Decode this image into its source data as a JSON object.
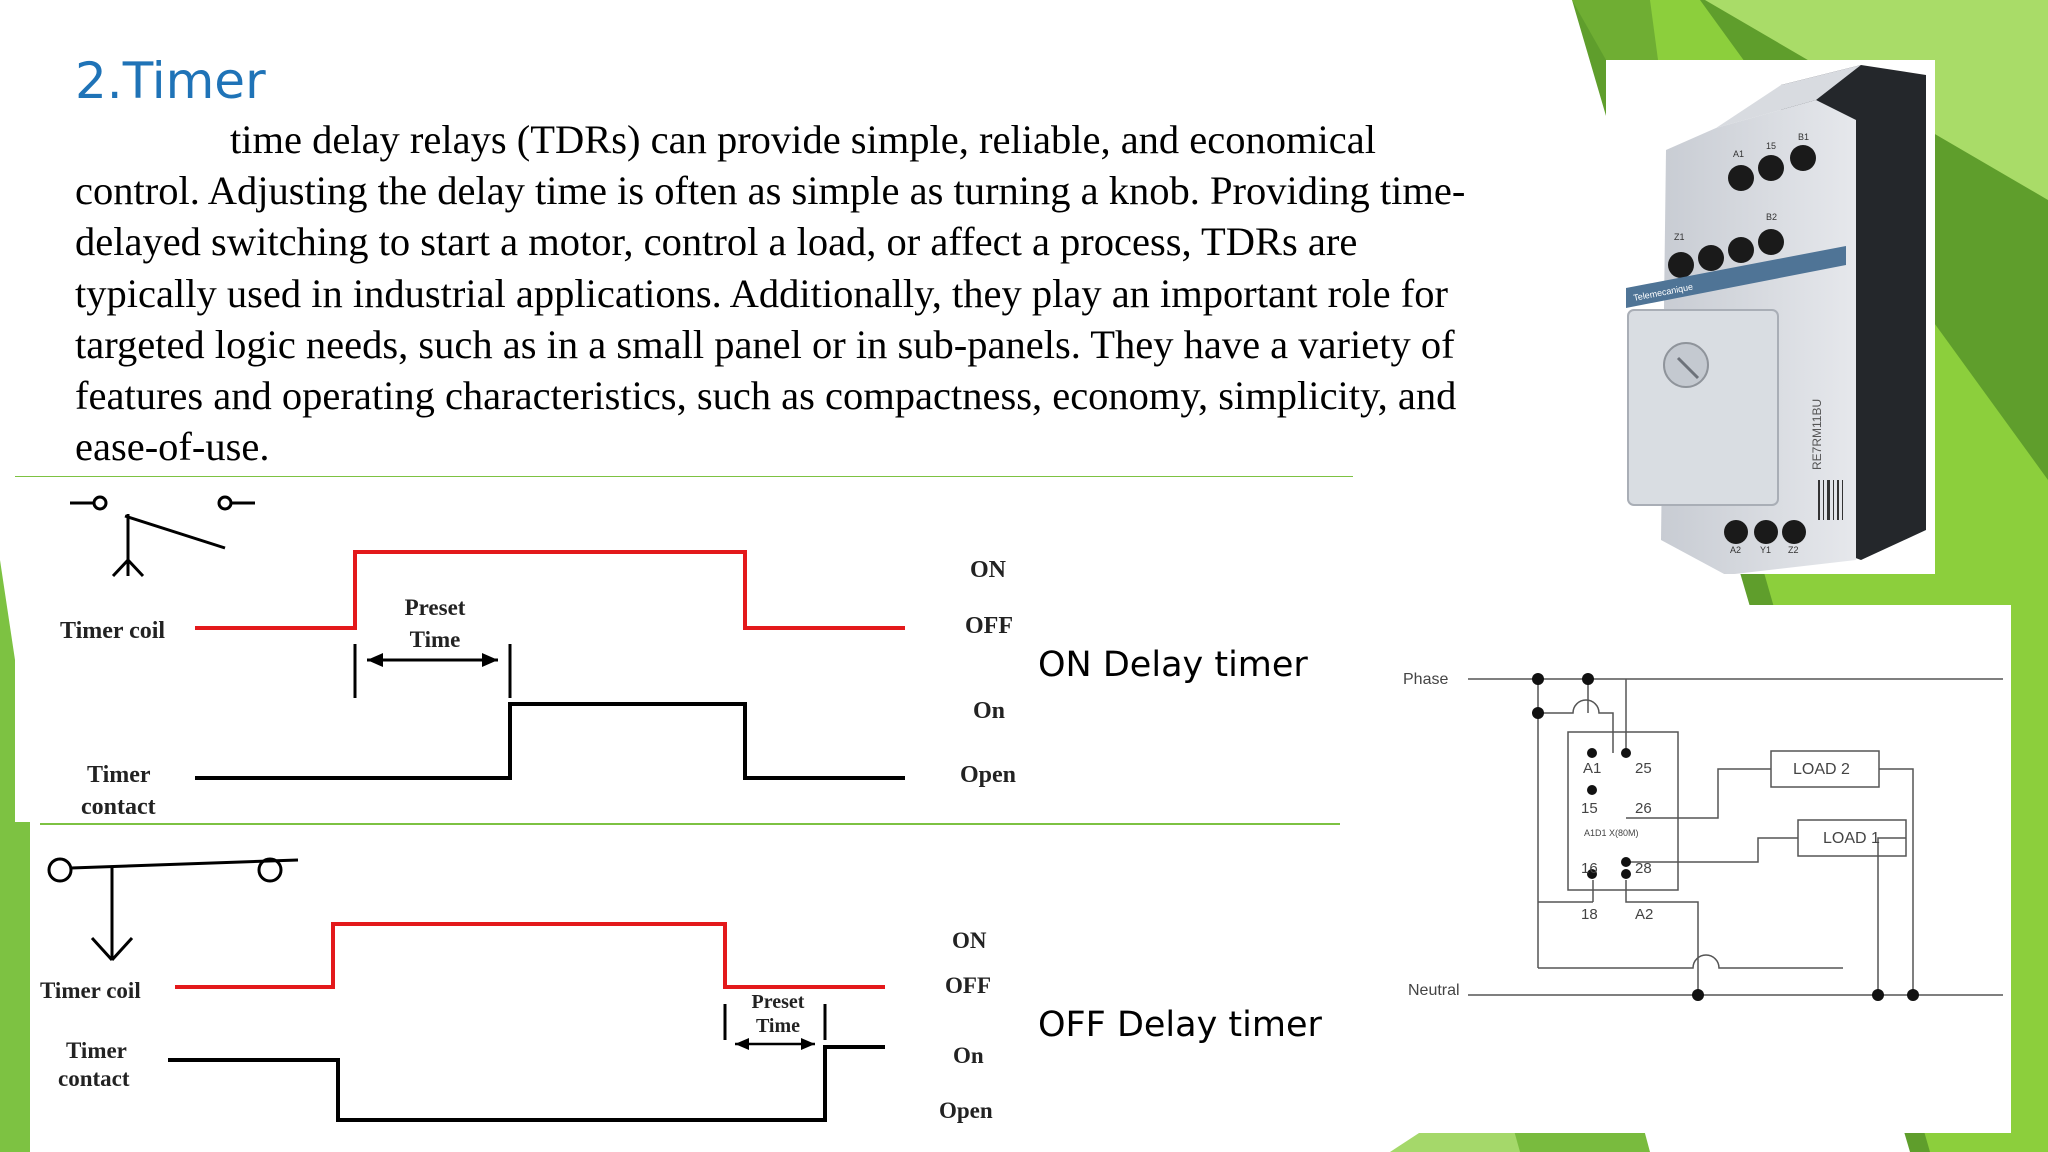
{
  "slide": {
    "title": "2.Timer",
    "body": "time delay relays (TDRs) can provide simple, reliable, and economical control. Adjusting the delay time is often as simple as turning a knob. Providing time-delayed switching to start a motor, control a load, or affect a process, TDRs are typically used in industrial applications. Additionally, they play an important role for targeted logic needs, such as in a small panel or in sub-panels. They have a variety of features and operating characteristics, such as compactness, economy, simplicity, and ease-of-use.",
    "accent_color": "#7dc242",
    "title_color": "#1f73b7"
  },
  "on_delay": {
    "caption": "ON Delay timer",
    "coil_label": "Timer coil",
    "contact_label_1": "Timer",
    "contact_label_2": "contact",
    "preset_1": "Preset",
    "preset_2": "Time",
    "on": "ON",
    "off": "OFF",
    "contact_on": "On",
    "contact_open": "Open"
  },
  "off_delay": {
    "caption": "OFF Delay timer",
    "coil_label": "Timer coil",
    "contact_label_1": "Timer",
    "contact_label_2": "contact",
    "preset_1": "Preset",
    "preset_2": "Time",
    "on": "ON",
    "off": "OFF",
    "contact_on": "On",
    "contact_open": "Open"
  },
  "relay_photo": {
    "brand": "Telemecanique",
    "model": "RE7RM11BU",
    "terminals_top": [
      "A1",
      "15",
      "B1"
    ],
    "terminals_mid": [
      "Z1",
      "B2"
    ],
    "terminals_bottom": [
      "A2",
      "Y1",
      "Z2"
    ]
  },
  "wiring": {
    "phase": "Phase",
    "neutral": "Neutral",
    "load2": "LOAD 2",
    "load1": "LOAD 1",
    "t_a1": "A1",
    "t_25": "25",
    "t_15": "15",
    "t_26": "26",
    "model": "A1D1 X(80M)",
    "t_16": "16",
    "t_28": "28",
    "t_18": "18",
    "t_a2": "A2"
  }
}
